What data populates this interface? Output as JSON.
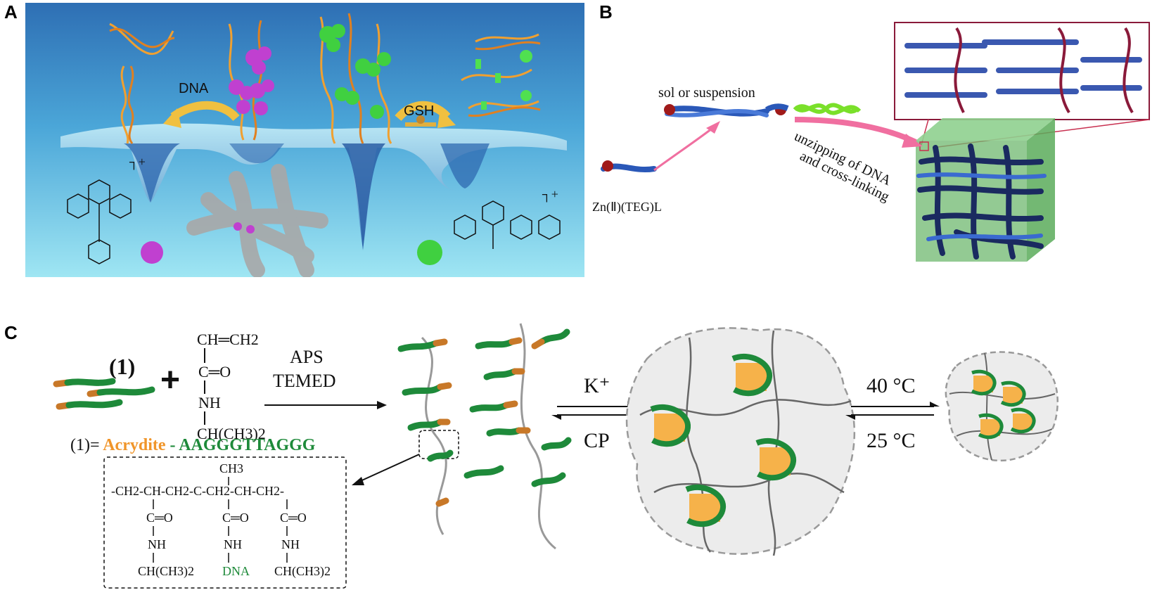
{
  "panels": {
    "a": {
      "label": "A",
      "dna": "DNA",
      "gsh": "GSH"
    },
    "b": {
      "label": "B",
      "sol": "sol or suspension",
      "unzip1": "unzipping of DNA",
      "unzip2": "and cross-linking",
      "zn": "Zn(Ⅱ)(TEG)L"
    },
    "c": {
      "label": "C",
      "monomer_label": "(1)",
      "plus": "+",
      "nipam": [
        "CH═CH2",
        "C═O",
        "NH",
        "CH(CH3)2"
      ],
      "aps": "APS",
      "temed": "TEMED",
      "def_prefix": "(1)=",
      "acrydite": "Acrydite",
      "dash": "-",
      "sequence": "AAGGGTTAGGG",
      "polymer_ch3": "CH3",
      "polymer_chain": "-CH2-CH-CH2-C-CH2-CH-CH2-",
      "polymer_co": "C═O",
      "polymer_nh": "NH",
      "polymer_side": "CH(CH3)2",
      "polymer_dna": "DNA",
      "k_plus": "K⁺",
      "cp": "CP",
      "t40": "40 °C",
      "t25": "25 °C"
    }
  },
  "colors": {
    "acrydite": "#f0952a",
    "dna_green": "#1e8a3a",
    "panel_a_bg": "#7fd3ec",
    "magenta": "#c040d0",
    "green_cluster": "#40d040",
    "pink_arrow": "#f06fa0"
  }
}
